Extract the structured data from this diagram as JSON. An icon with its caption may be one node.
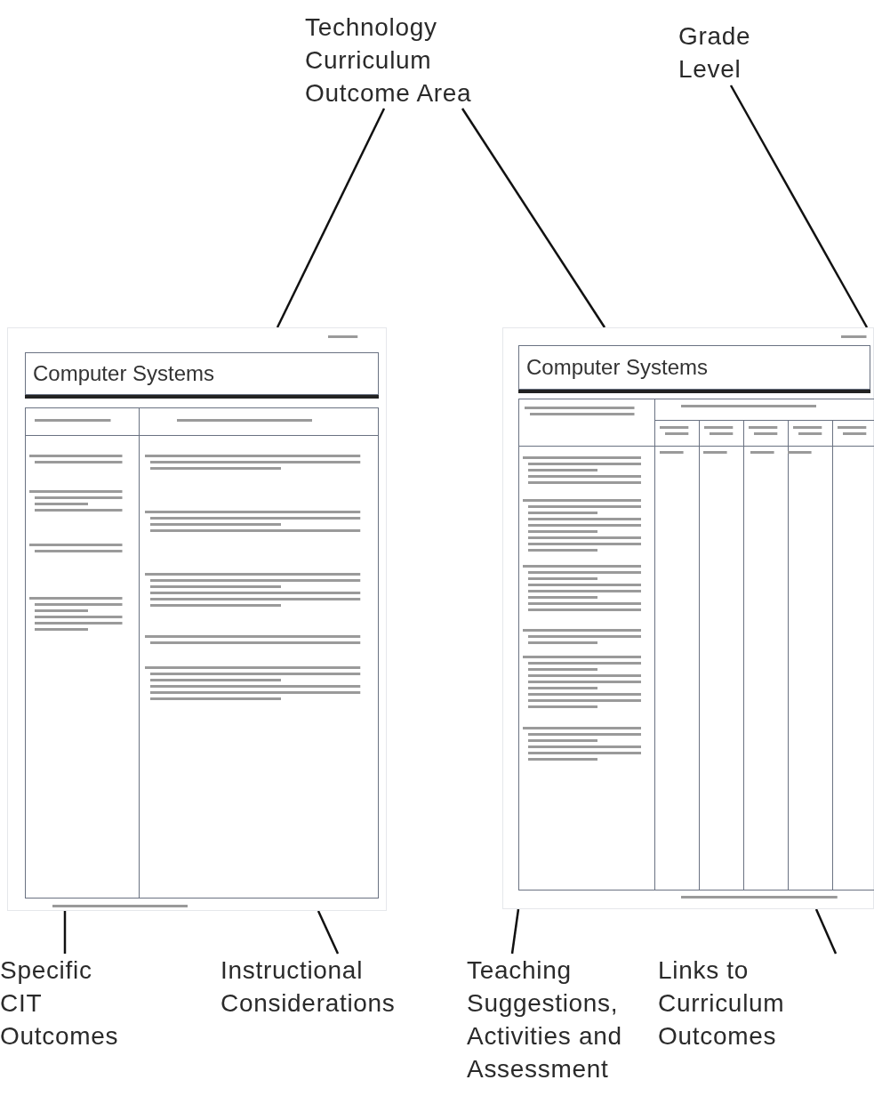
{
  "diagram": {
    "nodes": [
      {
        "text": [
          "Technology Curriculum Outcome Area"
        ]
      },
      {
        "text": [
          "Grade Level"
        ]
      },
      {
        "text": [
          "Specific CIT Outcomes"
        ]
      },
      {
        "text": [
          "Instructional Considerations"
        ]
      },
      {
        "text": [
          "Teaching Suggestions, Activities and Assessment"
        ]
      },
      {
        "text": [
          "Links to Curriculum Outcomes"
        ]
      },
      {
        "text": [],
        "shape": "box"
      },
      {
        "text": [
          "Computer Systems"
        ],
        "in": 6
      },
      {
        "text": [],
        "shape": "box"
      },
      {
        "text": [
          "Computer Systems"
        ],
        "in": 8
      }
    ],
    "edges": [
      {
        "from": 0,
        "to": 6,
        "arrow": "none"
      },
      {
        "from": 0,
        "to": 8,
        "arrow": "none"
      },
      {
        "from": 1,
        "to": 8,
        "arrow": "none"
      },
      {
        "from": 2,
        "to": 6,
        "arrow": "none"
      },
      {
        "from": 3,
        "to": 6,
        "arrow": "none"
      },
      {
        "from": 4,
        "to": 8,
        "arrow": "none"
      },
      {
        "from": 5,
        "to": 8,
        "arrow": "none"
      }
    ]
  }
}
